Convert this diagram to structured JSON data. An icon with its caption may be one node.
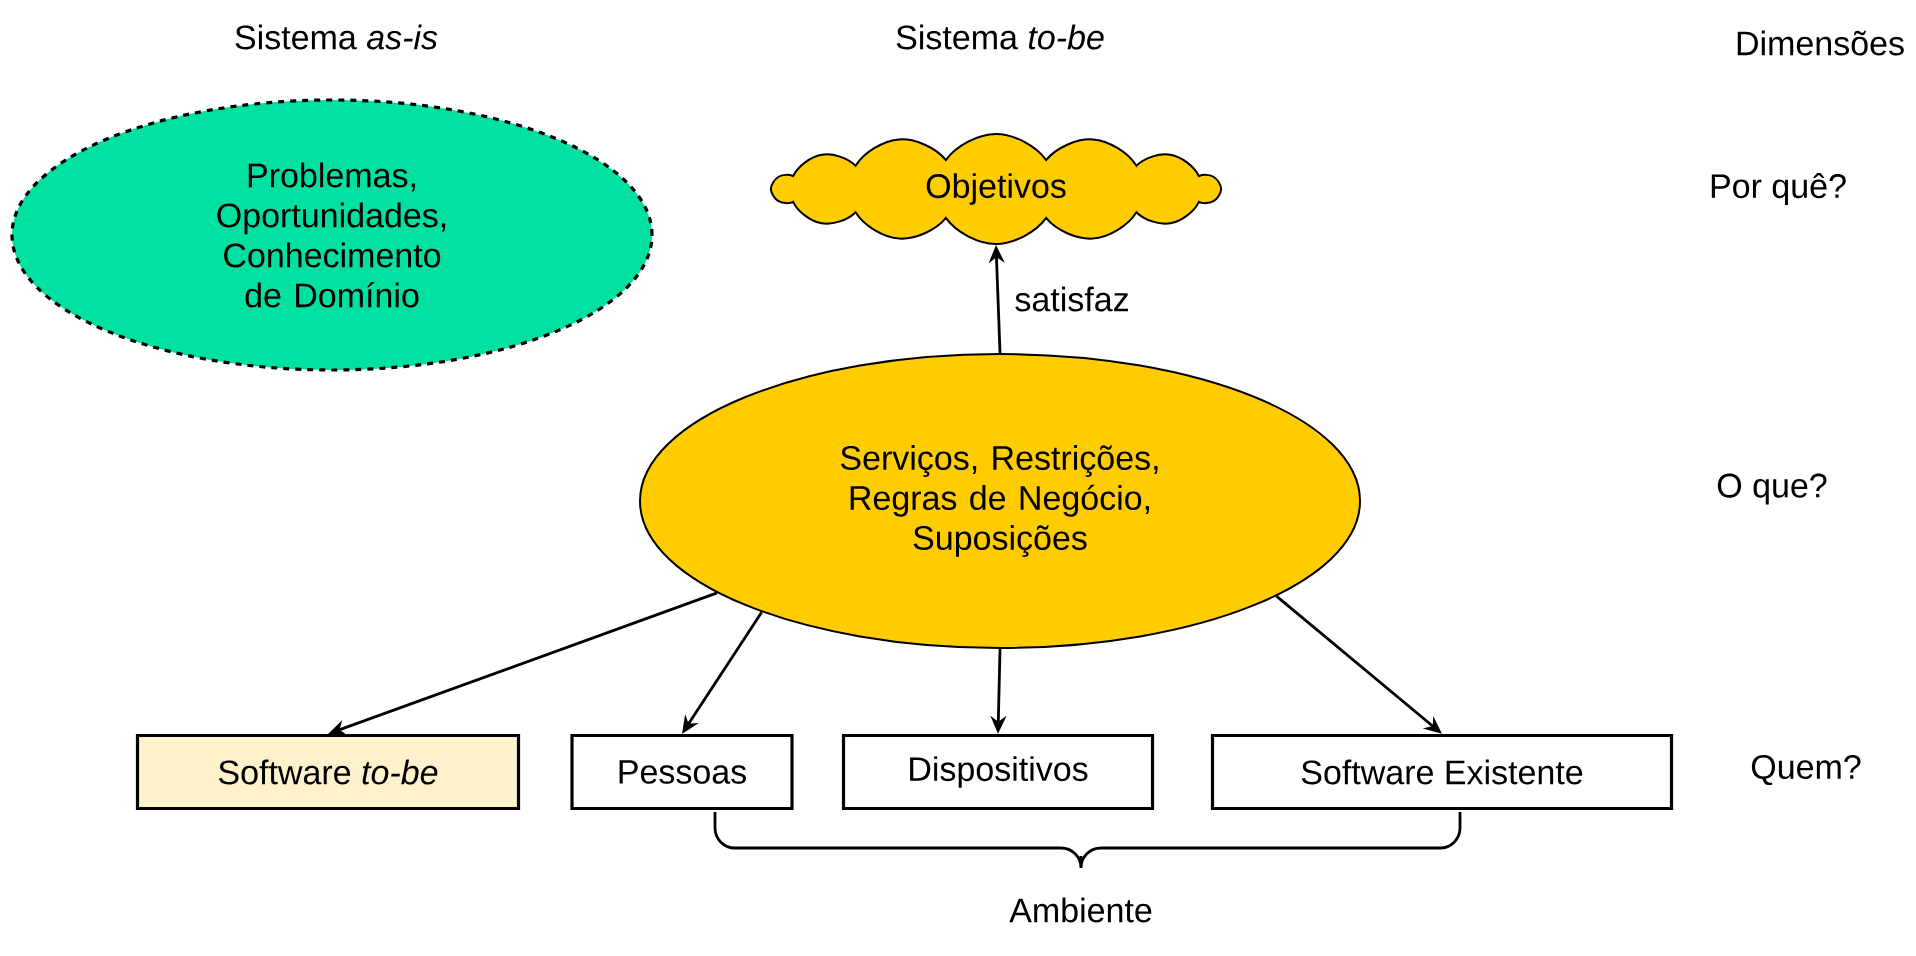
{
  "diagram": {
    "nodes": [
      {
        "text": [
          "Problemas, Oportunidades, Conhecimento de Domínio"
        ]
      },
      {
        "text": [
          "Objetivos"
        ]
      },
      {
        "text": [
          "Serviços, Restrições, Regras de Negócio, Suposições"
        ]
      },
      {
        "text": [
          "Software *to-be*"
        ]
      },
      {
        "text": [
          "Pessoas"
        ]
      },
      {
        "text": [
          "Dispositivos"
        ]
      },
      {
        "text": [
          "Software Existente"
        ]
      }
    ],
    "edges": [
      {
        "from": 2,
        "to": 1,
        "arrow": "to",
        "label": "satisfaz"
      },
      {
        "from": 2,
        "to": 3,
        "arrow": "to"
      },
      {
        "from": 2,
        "to": 4,
        "arrow": "to"
      },
      {
        "from": 2,
        "to": 5,
        "arrow": "to"
      },
      {
        "from": 2,
        "to": 6,
        "arrow": "to"
      }
    ],
    "labels": [
      "Sistema *as-is*",
      "Sistema *to-be*",
      "Dimensões",
      "Por quê?",
      "O que?",
      "Quem?",
      "Ambiente"
    ]
  }
}
